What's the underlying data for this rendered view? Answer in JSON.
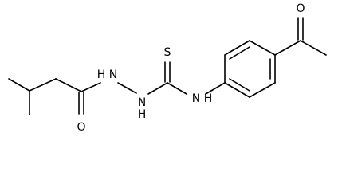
{
  "molecule": {
    "atoms": {
      "thione_sulfur": "S",
      "carbonyl_oxygen_left": "O",
      "carbonyl_oxygen_right": "O",
      "hydrazide_n1": "H",
      "hydrazide_n1_symbol": "N",
      "hydrazide_n2": "N",
      "hydrazide_n2_h": "H",
      "aryl_nh": "N",
      "aryl_nh_h": "H"
    }
  }
}
